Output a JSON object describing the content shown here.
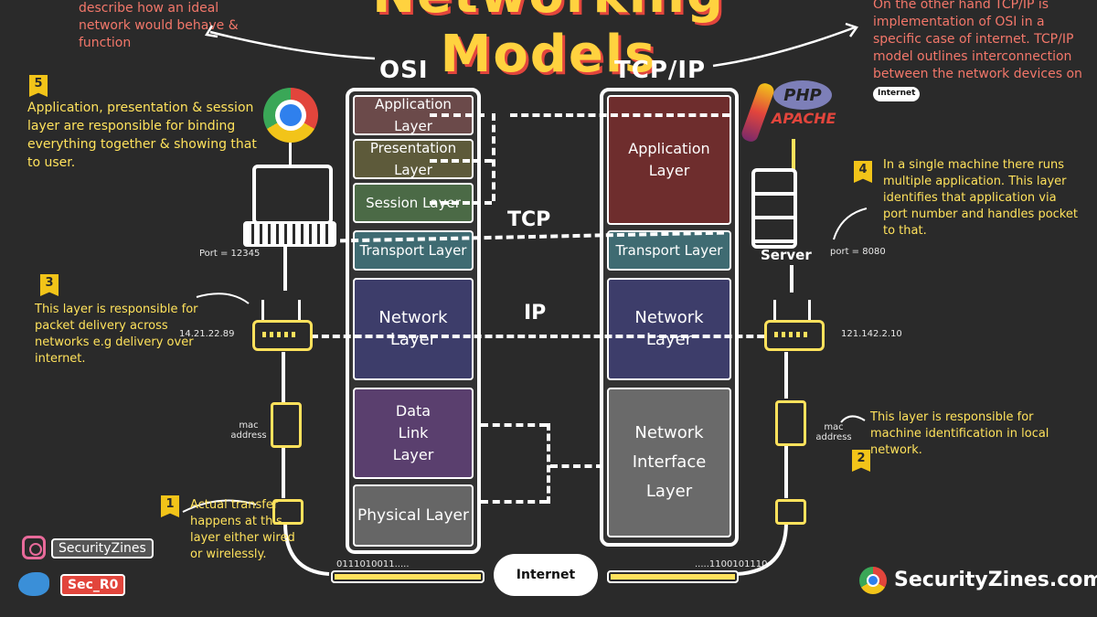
{
  "title": "Networking Models",
  "headers": {
    "osi": "OSI",
    "tcpip": "TCP/IP"
  },
  "notes": {
    "top_left": "describe how an ideal network would behave & function",
    "top_right": "On the other hand TCP/IP is implementation of OSI in a specific case of internet. TCP/IP model outlines interconnection between the network devices on",
    "top_right_internet": "Internet",
    "note5_num": "5",
    "note5": "Application, presentation & session layer are responsible for binding everything together & showing that to user.",
    "note4_num": "4",
    "note4": "In a single machine there runs multiple application. This layer identifies that application via port number and handles pocket to that.",
    "note3_num": "3",
    "note3": "This layer is responsible for packet delivery across networks e.g delivery over internet.",
    "note2_num": "2",
    "note2": "This layer is responsible for machine identification in local network.",
    "note1_num": "1",
    "note1": "Actual transfer happens at this layer either wired or wirelessly."
  },
  "osi_layers": [
    {
      "name": "Application Layer",
      "color": "#6b4a4a"
    },
    {
      "name": "Presentation Layer",
      "color": "#5d5a3a"
    },
    {
      "name": "Session Layer",
      "color": "#4b6a46"
    },
    {
      "name": "Transport Layer",
      "color": "#3f6b72"
    },
    {
      "name": "Network Layer",
      "color": "#3d3d6a"
    },
    {
      "name": "Data Link Layer",
      "color": "#5a3f6e"
    },
    {
      "name": "Physical Layer",
      "color": "#666666"
    }
  ],
  "tcpip_layers": [
    {
      "name": "Application Layer",
      "color": "#6e2d2d"
    },
    {
      "name": "Transport Layer",
      "color": "#3f6b72"
    },
    {
      "name": "Network Layer",
      "color": "#3d3d6a"
    },
    {
      "name": "Network Interface Layer",
      "color": "#6a6a6a"
    }
  ],
  "link_labels": {
    "tcp": "TCP",
    "ip": "IP"
  },
  "left_device": {
    "port": "Port = 12345",
    "ip": "14.21.22.89",
    "mac": "mac address",
    "bits": "0111010011....."
  },
  "right_device": {
    "server_label": "Server",
    "port": "port = 8080",
    "ip": "121.142.2.10",
    "mac": "mac address",
    "bits": ".....1100101110"
  },
  "server_logos": {
    "php": "PHP",
    "apache": "APACHE"
  },
  "internet_label": "Internet",
  "footer": {
    "instagram": "SecurityZines",
    "twitter": "Sec_R0",
    "site": "SecurityZines.com"
  }
}
